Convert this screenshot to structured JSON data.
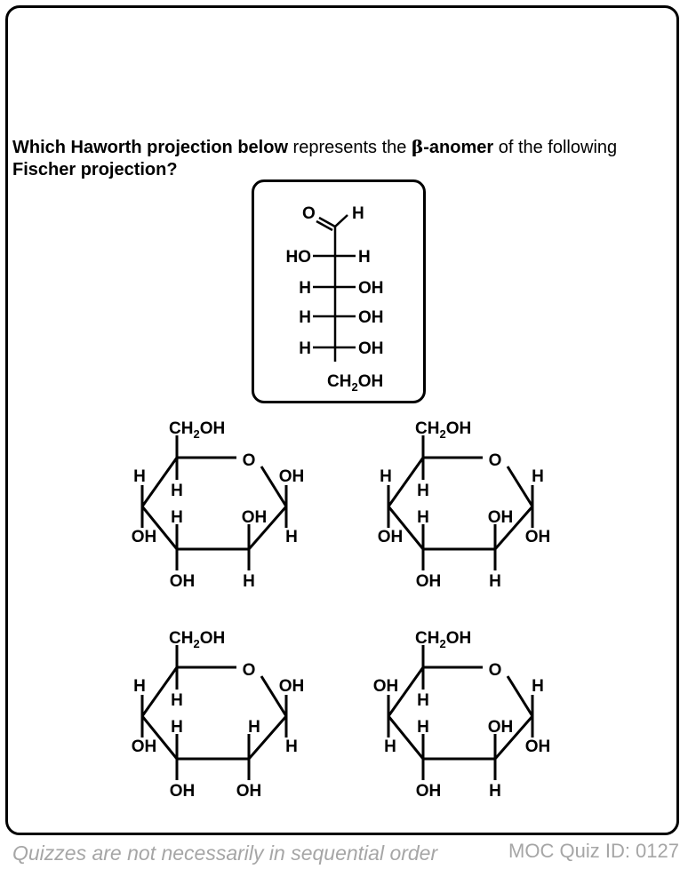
{
  "question": {
    "part1": "Which Haworth projection below",
    "part2": " represents the ",
    "beta": "β",
    "anomer": "-anomer",
    "part3": " of the following",
    "part4": "Fischer projection?"
  },
  "fischer": {
    "top_o": "O",
    "top_h": "H",
    "rows": [
      {
        "left": "HO",
        "right": "H"
      },
      {
        "left": "H",
        "right": "OH"
      },
      {
        "left": "H",
        "right": "OH"
      },
      {
        "left": "H",
        "right": "OH"
      }
    ],
    "bottom": "CH",
    "bottom_sub": "2",
    "bottom_end": "OH"
  },
  "options": [
    {
      "c5_sub": "CH2OH",
      "ring_o": "O",
      "c5_down": "H",
      "c4_up": "H",
      "c4_down": "OH",
      "c3_up": "H",
      "c3_down": "OH",
      "c2_up": "OH",
      "c2_down": "H",
      "c1_up": "OH",
      "c1_down": "H"
    },
    {
      "c5_sub": "CH2OH",
      "ring_o": "O",
      "c5_down": "H",
      "c4_up": "H",
      "c4_down": "OH",
      "c3_up": "H",
      "c3_down": "OH",
      "c2_up": "OH",
      "c2_down": "H",
      "c1_up": "H",
      "c1_down": "OH"
    },
    {
      "c5_sub": "CH2OH",
      "ring_o": "O",
      "c5_down": "H",
      "c4_up": "H",
      "c4_down": "OH",
      "c3_up": "H",
      "c3_down": "OH",
      "c2_up": "H",
      "c2_down": "OH",
      "c1_up": "OH",
      "c1_down": "H"
    },
    {
      "c5_sub": "CH2OH",
      "ring_o": "O",
      "c5_down": "H",
      "c4_up": "OH",
      "c4_down": "H",
      "c3_up": "H",
      "c3_down": "OH",
      "c2_up": "OH",
      "c2_down": "H",
      "c1_up": "H",
      "c1_down": "OH"
    }
  ],
  "footer": {
    "left": "Quizzes are not necessarily in sequential order",
    "right": "MOC Quiz ID: 0127"
  }
}
